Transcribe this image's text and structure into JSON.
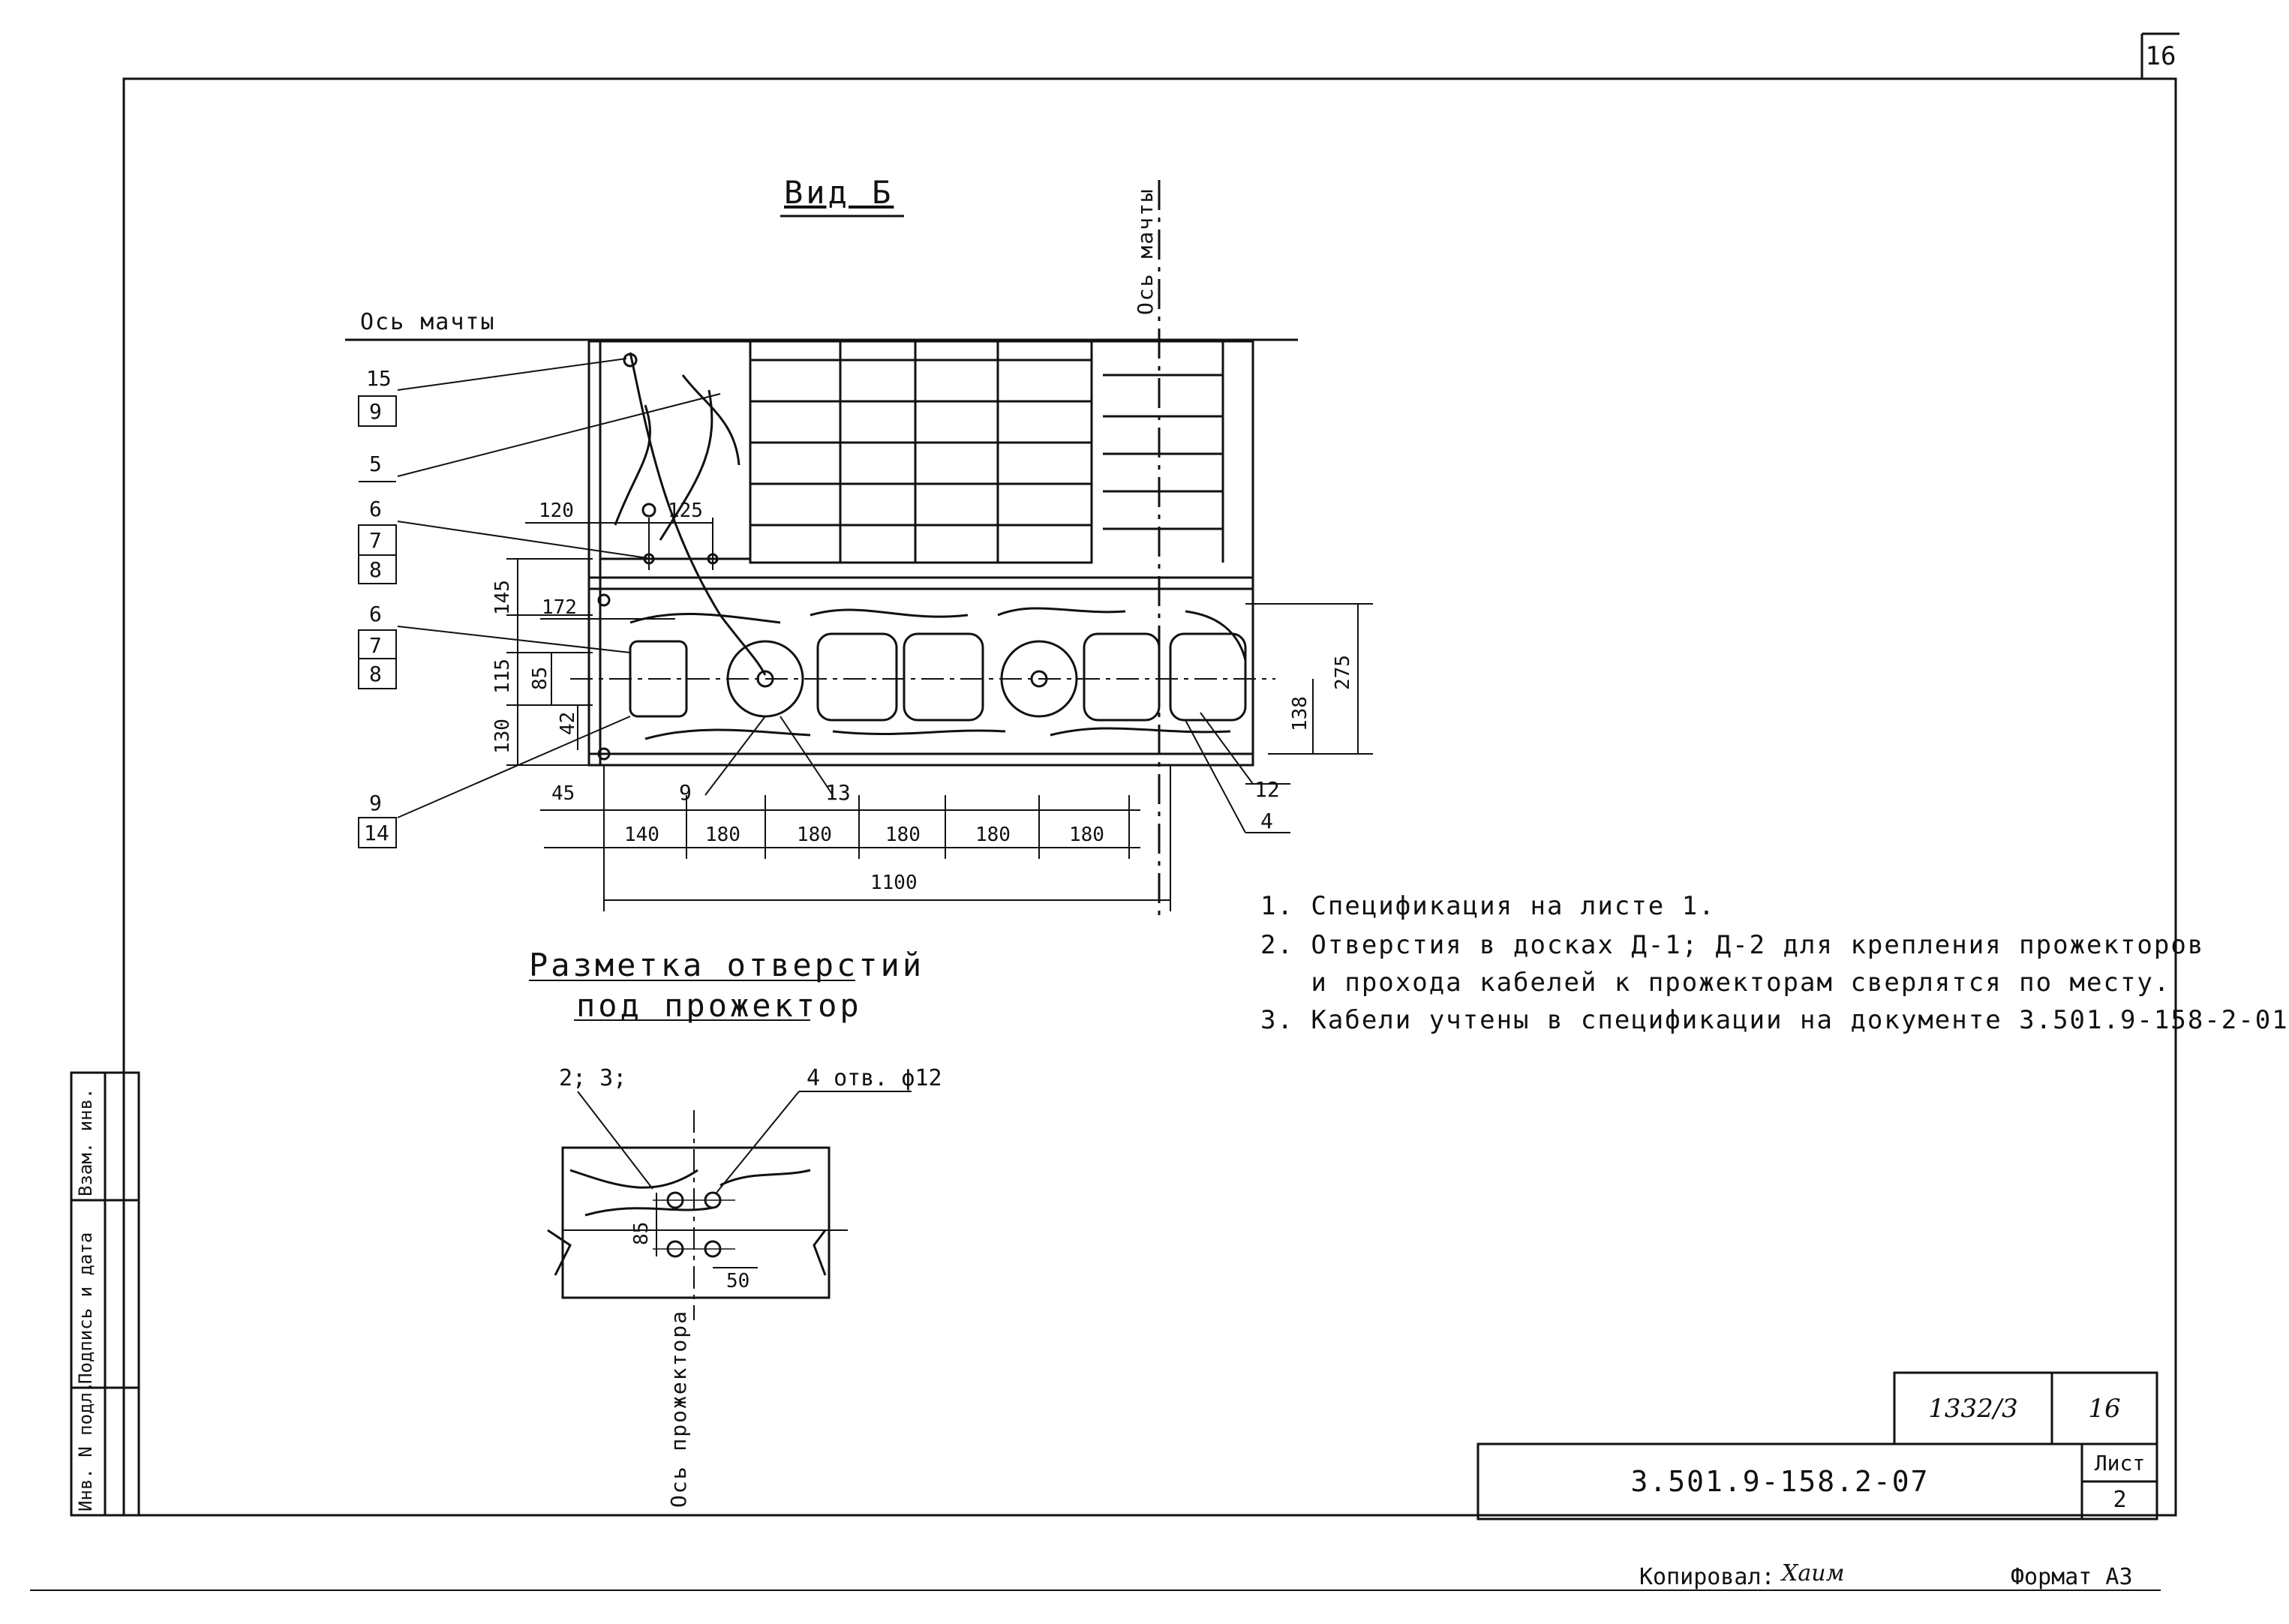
{
  "sheet_corner_number": "16",
  "view": {
    "title": "Вид Б",
    "axis_mast_label": "Ось мачты",
    "axis_mast_vertical_label": "Ось мачты"
  },
  "positions": {
    "p15": "15",
    "p9a": "9",
    "p5": "5",
    "p6a": "6",
    "p7a": "7",
    "p8a": "8",
    "p6b": "6",
    "p7b": "7",
    "p8b": "8",
    "p9b": "9",
    "p14": "14",
    "p9c": "9",
    "p13": "13",
    "p12": "12",
    "p4": "4"
  },
  "dimensions": {
    "d120": "120",
    "d125": "125",
    "d145": "145",
    "d172": "172",
    "d115": "115",
    "d85": "85",
    "d42": "42",
    "d130": "130",
    "d45": "45",
    "d275": "275",
    "d138": "138",
    "bottom": [
      "140",
      "180",
      "180",
      "180",
      "180",
      "180"
    ],
    "total": "1100"
  },
  "marking": {
    "title_line1": "Разметка отверстий",
    "title_line2": "под прожектор",
    "label_parts": "2; 3;",
    "label_holes": "4 отв. ϕ12",
    "dim_85": "85",
    "dim_50": "50",
    "axis_projector": "Ось прожектора"
  },
  "notes": [
    "1. Спецификация на листе 1.",
    "2. Отверстия в досках Д-1; Д-2 для крепления прожекторов",
    "   и прохода кабелей к прожекторам сверлятся по месту.",
    "3. Кабели учтены в спецификации на документе 3.501.9-158-2-01"
  ],
  "left_strip": {
    "inv_podl": "Инв. N подл.",
    "podpis": "Подпись и дата",
    "vzam": "Взам. инв."
  },
  "title_block": {
    "stamp_number": "1332/3",
    "stamp_sheet": "16",
    "document_code": "3.501.9-158.2-07",
    "sheet_label": "Лист",
    "sheet_number": "2"
  },
  "footer": {
    "copied_label": "Копировал:",
    "copied_signature": "Хаим",
    "format_label": "Формат А3"
  }
}
